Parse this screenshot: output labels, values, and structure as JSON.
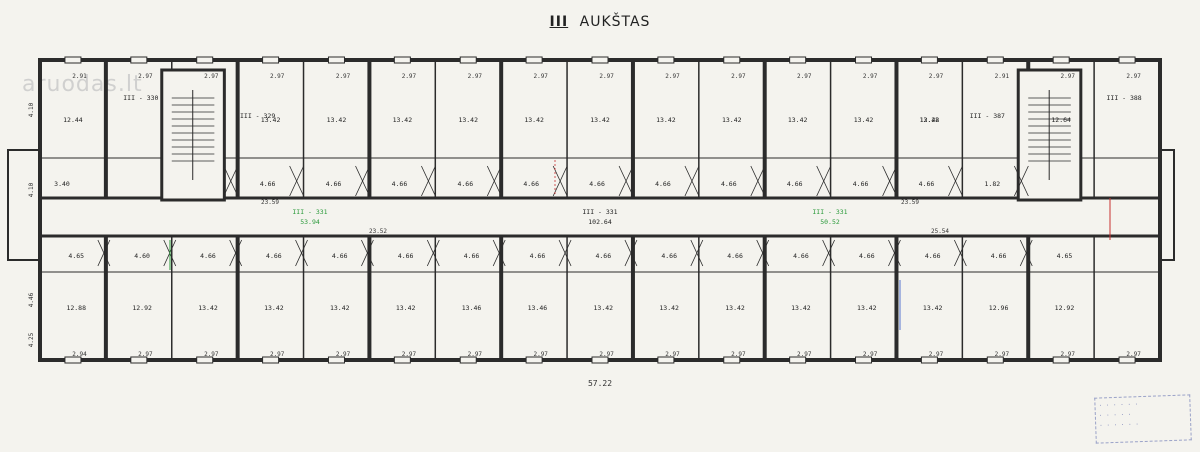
{
  "title": {
    "roman": "III",
    "text": "AUKŠTAS"
  },
  "watermark": "aruodas.lt",
  "overall_length": "57.22",
  "stamp_lines": [
    "· · · · · ·",
    "· · · · ·",
    "· · · · · ·"
  ],
  "colors": {
    "wall": "#2b2b2b",
    "green": "#2a9a3a",
    "blue": "#2f56c8",
    "red": "#c83030"
  },
  "top_widths": [
    "2.91",
    "2.97",
    "2.97",
    "2.97",
    "2.97",
    "2.97",
    "2.97",
    "2.97",
    "2.97",
    "2.97",
    "2.97",
    "2.97",
    "2.97",
    "2.97",
    "2.91",
    "2.97",
    "2.97"
  ],
  "bottom_widths": [
    "2.94",
    "2.97",
    "2.97",
    "2.97",
    "2.97",
    "2.97",
    "2.97",
    "2.97",
    "2.97",
    "2.97",
    "2.97",
    "2.97",
    "2.97",
    "2.97",
    "2.97",
    "2.97",
    "2.97"
  ],
  "left_heights": [
    "4.10",
    "4.10",
    "4.46",
    "4.25"
  ],
  "top_room_areas": [
    "12.44",
    "",
    "13.42",
    "13.42",
    "13.42",
    "13.42",
    "13.42",
    "13.42",
    "13.42",
    "13.42",
    "13.42",
    "13.42",
    "13.42",
    "12.28",
    "",
    "12.64"
  ],
  "top_entry_areas": [
    "3.40",
    "4.66",
    "4.66",
    "4.66",
    "4.66",
    "4.66",
    "4.66",
    "4.66",
    "4.66",
    "4.66",
    "4.66",
    "4.66",
    "1.82"
  ],
  "bottom_entry_areas": [
    "4.65",
    "4.60",
    "4.66",
    "4.66",
    "4.66",
    "4.66",
    "4.66",
    "4.66",
    "4.66",
    "4.66",
    "4.66",
    "4.66",
    "4.66",
    "4.66",
    "4.66",
    "4.65"
  ],
  "bottom_room_areas": [
    "12.88",
    "12.92",
    "13.42",
    "13.42",
    "13.42",
    "13.42",
    "13.46",
    "13.46",
    "13.42",
    "13.42",
    "13.42",
    "13.42",
    "13.42",
    "13.42",
    "12.96",
    "12.92"
  ],
  "corridor_labels": [
    {
      "code": "III - 331",
      "area": "53.94"
    },
    {
      "code": "III - 331",
      "area": "102.64"
    },
    {
      "code": "III - 331",
      "area": "50.52"
    }
  ],
  "corridor_dims": [
    "23.59",
    "23.52",
    "25.54",
    "23.59"
  ],
  "unit_labels": [
    "III - 329",
    "III - 330",
    "III - 387",
    "III - 388"
  ]
}
